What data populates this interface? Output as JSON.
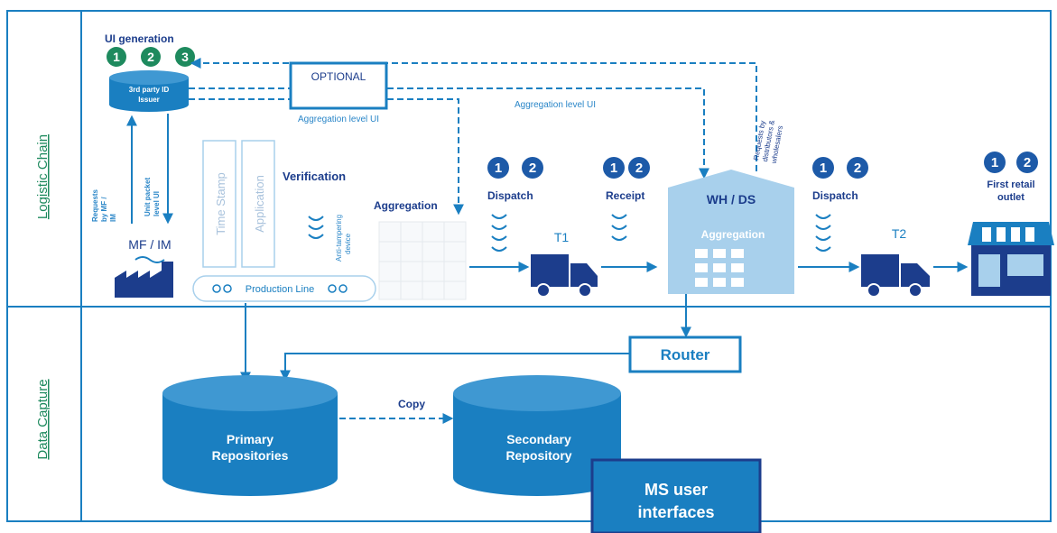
{
  "sections": {
    "logistic_chain": "Logistic Chain",
    "data_capture": "Data Capture"
  },
  "issuer": {
    "ui_generation": "UI generation",
    "badges": [
      "1",
      "2",
      "3"
    ],
    "label_line1": "3rd party ID",
    "label_line2": "Issuer"
  },
  "labels": {
    "optional": "OPTIONAL",
    "aggregation_level_ui_1": "Aggregation level UI",
    "aggregation_level_ui_2": "Aggregation level UI",
    "requests_distributors_1": "Requests by",
    "requests_distributors_2": "distributors &",
    "requests_distributors_3": "wholesalers",
    "requests_mf_1": "Requests",
    "requests_mf_2": "by MF /",
    "requests_mf_3": "IM",
    "unit_packet_1": "Unit packet",
    "unit_packet_2": "level UI",
    "mf_im": "MF / IM",
    "time_stamp": "Time Stamp",
    "application": "Application",
    "verification": "Verification",
    "anti_tampering_1": "Anti-tampering",
    "anti_tampering_2": "device",
    "production_line": "Production Line",
    "aggregation_left": "Aggregation",
    "dispatch_1": "Dispatch",
    "receipt": "Receipt",
    "t1": "T1",
    "wh_ds": "WH / DS",
    "aggregation_wh": "Aggregation",
    "dispatch_2": "Dispatch",
    "t2": "T2",
    "first_retail_1": "First retail",
    "first_retail_2": "outlet",
    "router": "Router",
    "copy": "Copy",
    "primary_1": "Primary",
    "primary_2": "Repositories",
    "secondary_1": "Secondary",
    "secondary_2": "Repository",
    "ms_user_1": "MS user",
    "ms_user_2": "interfaces"
  },
  "badges": {
    "b1": "1",
    "b2": "2"
  },
  "colors": {
    "primary": "#1a7fc1",
    "dark_navy": "#1c3d8c",
    "teal_badge": "#1e8a5e",
    "badge_blue": "#1d5aa8",
    "light_blue": "#a8d0ec",
    "text_blue": "#2a86c8"
  }
}
